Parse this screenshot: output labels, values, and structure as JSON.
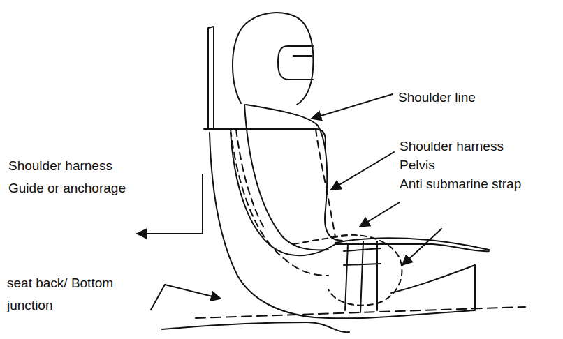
{
  "diagram": {
    "labels": [
      "Shoulder line",
      "Shoulder harness",
      "Pelvis",
      "Anti submarine strap",
      "Shoulder harness Guide or anchorage",
      "seat back/ Bottom junction"
    ]
  }
}
